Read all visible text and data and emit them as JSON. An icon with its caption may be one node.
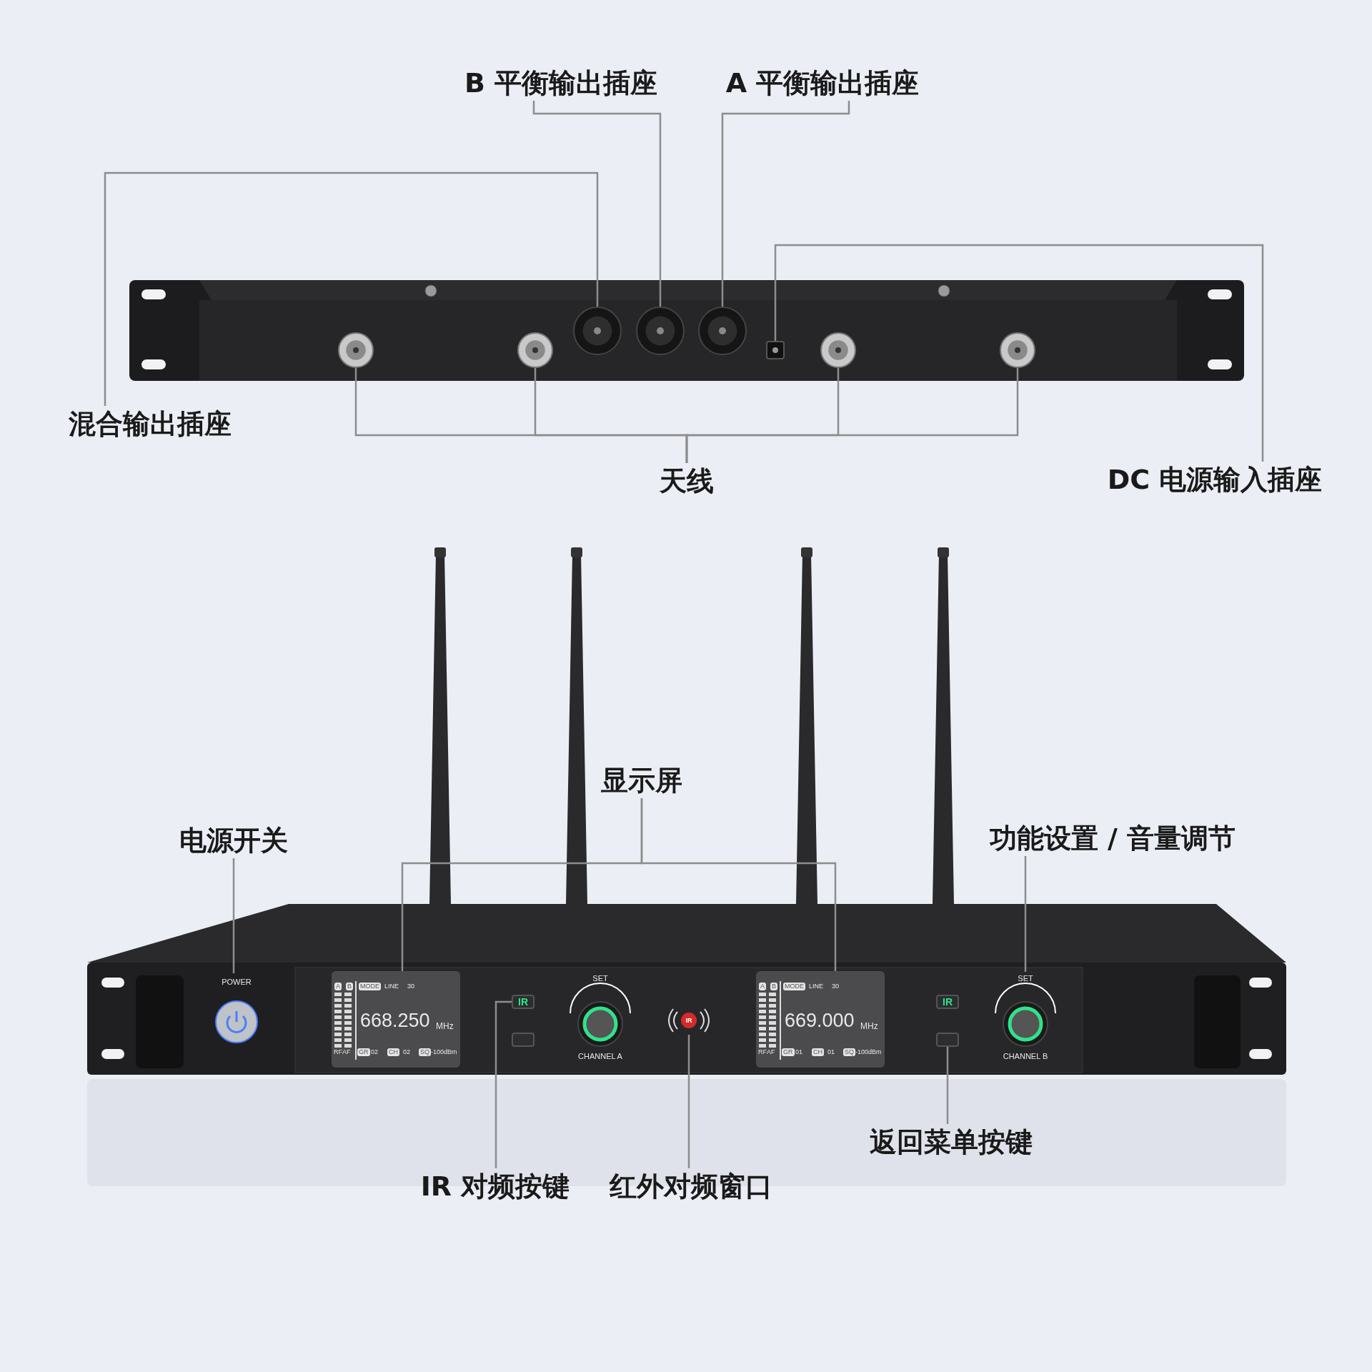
{
  "diagram": {
    "nodes": [
      {
        "text": [
          "B 平衡输出插座"
        ]
      },
      {
        "text": [
          "A 平衡输出插座"
        ]
      },
      {
        "text": [
          "混合输出插座"
        ]
      },
      {
        "text": [
          "DC 电源输入插座"
        ]
      },
      {
        "text": [
          "天线"
        ]
      },
      {
        "text": [],
        "shape": "circle"
      },
      {
        "text": [],
        "shape": "circle"
      },
      {
        "text": [],
        "shape": "circle"
      },
      {
        "text": [],
        "shape": "box"
      },
      {
        "text": [],
        "shape": "circle"
      },
      {
        "text": [],
        "shape": "circle"
      },
      {
        "text": [],
        "shape": "circle"
      },
      {
        "text": [],
        "shape": "circle"
      },
      {
        "text": [
          "显示屏"
        ]
      },
      {
        "text": [
          "电源开关"
        ]
      },
      {
        "text": [
          "功能设置 / 音量调节"
        ]
      },
      {
        "text": [
          "IR 对频按键"
        ]
      },
      {
        "text": [
          "红外对频窗口"
        ]
      },
      {
        "text": [
          "返回菜单按键"
        ]
      },
      {
        "text": [],
        "shape": "circle",
        "beside": [
          "POWER"
        ]
      },
      {
        "text": [
          "A",
          "B",
          "MODE",
          "LINE",
          "30",
          "668.250",
          "MHz",
          "RF",
          "AF",
          "GR",
          "02",
          "CH",
          "02",
          "SQ",
          "-100dBm"
        ]
      },
      {
        "text": [
          "IR"
        ]
      },
      {
        "text": [],
        "shape": "box"
      },
      {
        "text": [],
        "shape": "circle",
        "beside": [
          "SET",
          "CHANNEL A"
        ]
      },
      {
        "text": [
          "IR"
        ]
      },
      {
        "text": [
          "A",
          "B",
          "MODE",
          "LINE",
          "30",
          "669.000",
          "MHz",
          "RF",
          "AF",
          "GR",
          "01",
          "CH",
          "01",
          "SQ",
          "-100dBm"
        ]
      },
      {
        "text": [
          "IR"
        ]
      },
      {
        "text": [],
        "shape": "box"
      },
      {
        "text": [],
        "shape": "circle",
        "beside": [
          "SET",
          "CHANNEL B"
        ]
      }
    ],
    "edges": [
      {
        "from": 0,
        "to": 6,
        "arrow": "none"
      },
      {
        "from": 1,
        "to": 7,
        "arrow": "none"
      },
      {
        "from": 2,
        "to": 5,
        "arrow": "none"
      },
      {
        "from": 3,
        "to": 8,
        "arrow": "none"
      },
      {
        "from": 4,
        "to": 9,
        "arrow": "none"
      },
      {
        "from": 4,
        "to": 10,
        "arrow": "none"
      },
      {
        "from": 4,
        "to": 11,
        "arrow": "none"
      },
      {
        "from": 4,
        "to": 12,
        "arrow": "none"
      },
      {
        "from": 13,
        "to": 20,
        "arrow": "none"
      },
      {
        "from": 13,
        "to": 25,
        "arrow": "none"
      },
      {
        "from": 14,
        "to": 19,
        "arrow": "none"
      },
      {
        "from": 15,
        "to": 28,
        "arrow": "none"
      },
      {
        "from": 16,
        "to": 21,
        "arrow": "none"
      },
      {
        "from": 17,
        "to": 24,
        "arrow": "none"
      },
      {
        "from": 18,
        "to": 27,
        "arrow": "none"
      }
    ]
  }
}
